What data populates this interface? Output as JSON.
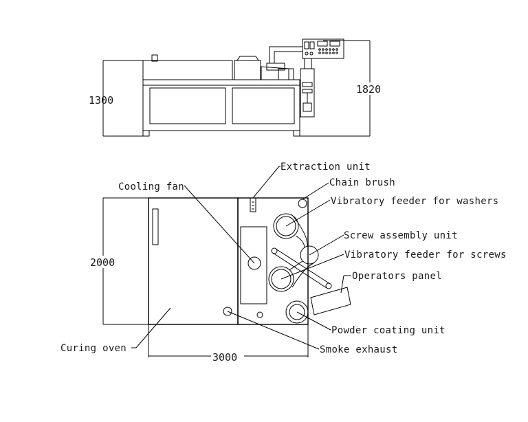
{
  "dimensions": {
    "side_height": "1300",
    "total_height": "1820",
    "depth": "2000",
    "length": "3000"
  },
  "labels": {
    "extraction_unit": "Extraction unit",
    "chain_brush": "Chain brush",
    "cooling_fan": "Cooling fan",
    "vibratory_feeder_washers": "Vibratory feeder for washers",
    "screw_assembly_unit": "Screw assembly unit",
    "vibratory_feeder_screws": "Vibratory feeder for screws",
    "operators_panel": "Operators panel",
    "powder_coating_unit": "Powder coating unit",
    "curing_oven": "Curing oven",
    "smoke_exhaust": "Smoke exhaust"
  }
}
